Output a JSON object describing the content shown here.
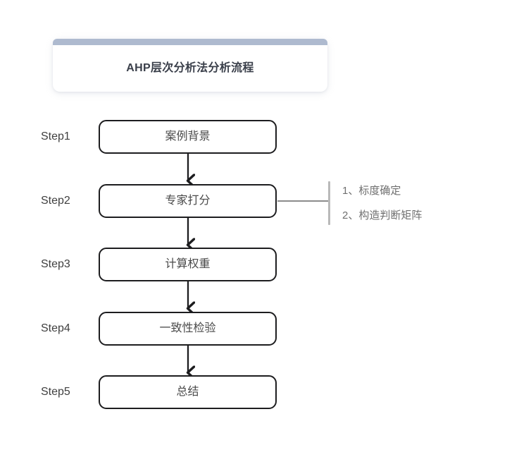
{
  "page": {
    "background_color": "#ffffff"
  },
  "title_card": {
    "title": "AHP层次分析法分析流程",
    "bar_color": "#aebacf",
    "card_color": "#ffffff"
  },
  "flow": {
    "box_border_color": "#1d1d1f",
    "box_text_color": "#4a4a4a",
    "connector_color": "#1d1d1f",
    "steps": [
      {
        "label": "Step1",
        "text": "案例背景"
      },
      {
        "label": "Step2",
        "text": "专家打分"
      },
      {
        "label": "Step3",
        "text": "计算权重"
      },
      {
        "label": "Step4",
        "text": "一致性检验"
      },
      {
        "label": "Step5",
        "text": "总结"
      }
    ]
  },
  "annotation": {
    "attached_to_step": "Step2",
    "bar_color": "#b9b9b9",
    "text_color": "#6f6f6f",
    "lines": [
      "1、标度确定",
      "2、构造判断矩阵"
    ]
  }
}
